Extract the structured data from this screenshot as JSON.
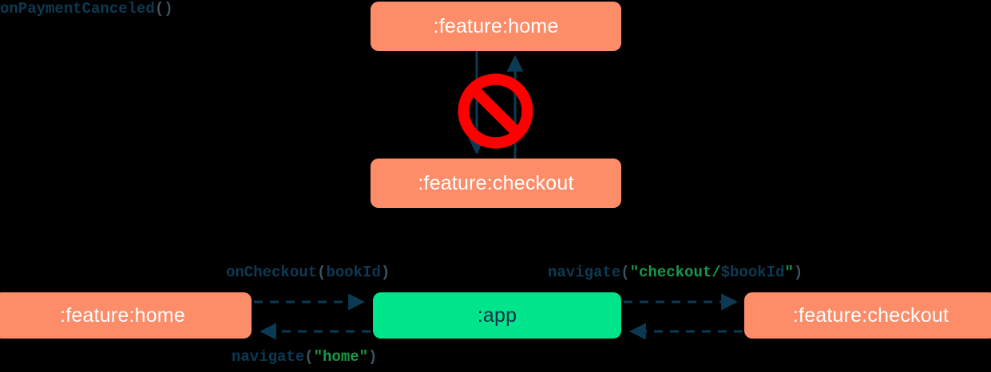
{
  "diagram": {
    "title": "Module navigation diagram",
    "background_color": "#000000",
    "palette": {
      "feature_module": "#FD8C69",
      "app_module": "#00E58C",
      "feature_module_text": "#FFFFFF",
      "app_module_text": "#0C2D45",
      "edge": "#0C3A54",
      "forbidden": "#FF0000",
      "string_literal": "#17984B",
      "punctuation": "#3C5360"
    }
  },
  "forbidden_section": {
    "nodes": {
      "home": {
        "label": ":feature:home",
        "type": "feature"
      },
      "checkout": {
        "label": ":feature:checkout",
        "type": "feature"
      }
    },
    "edges": [
      {
        "from": "home",
        "to": "checkout",
        "direction": "down",
        "style": "solid"
      },
      {
        "from": "checkout",
        "to": "home",
        "direction": "up",
        "style": "solid"
      }
    ],
    "badge": {
      "icon": "forbidden-icon",
      "meaning": "not allowed"
    }
  },
  "allowed_section": {
    "nodes": {
      "home": {
        "label": ":feature:home",
        "type": "feature"
      },
      "app": {
        "label": ":app",
        "type": "app"
      },
      "checkout": {
        "label": ":feature:checkout",
        "type": "feature"
      }
    },
    "edges": [
      {
        "id": "home-to-app",
        "from": "home",
        "to": "app",
        "direction": "right",
        "style": "dashed",
        "label_position": "above",
        "label_plain": "onCheckout(bookId)",
        "tokens": [
          {
            "text": "onCheckout",
            "kind": "fn"
          },
          {
            "text": "(",
            "kind": "punc"
          },
          {
            "text": "bookId",
            "kind": "arg"
          },
          {
            "text": ")",
            "kind": "punc"
          }
        ]
      },
      {
        "id": "app-to-checkout",
        "from": "app",
        "to": "checkout",
        "direction": "right",
        "style": "dashed",
        "label_position": "above",
        "label_plain": "navigate(\"checkout/$bookId\")",
        "tokens": [
          {
            "text": "navigate",
            "kind": "fn"
          },
          {
            "text": "(",
            "kind": "punc"
          },
          {
            "text": "\"checkout/",
            "kind": "str"
          },
          {
            "text": "$bookId",
            "kind": "tmpl"
          },
          {
            "text": "\"",
            "kind": "str"
          },
          {
            "text": ")",
            "kind": "punc"
          }
        ]
      },
      {
        "id": "app-to-home",
        "from": "app",
        "to": "home",
        "direction": "left",
        "style": "dashed",
        "label_position": "below",
        "label_plain": "navigate(\"home\")",
        "tokens": [
          {
            "text": "navigate",
            "kind": "fn"
          },
          {
            "text": "(",
            "kind": "punc"
          },
          {
            "text": "\"home\"",
            "kind": "str"
          },
          {
            "text": ")",
            "kind": "punc"
          }
        ]
      },
      {
        "id": "checkout-to-app",
        "from": "checkout",
        "to": "app",
        "direction": "left",
        "style": "dashed",
        "label_position": "below",
        "label_plain": "onPaymentCanceled()",
        "tokens": [
          {
            "text": "onPaymentCanceled",
            "kind": "fn"
          },
          {
            "text": "()",
            "kind": "punc"
          }
        ]
      }
    ]
  }
}
